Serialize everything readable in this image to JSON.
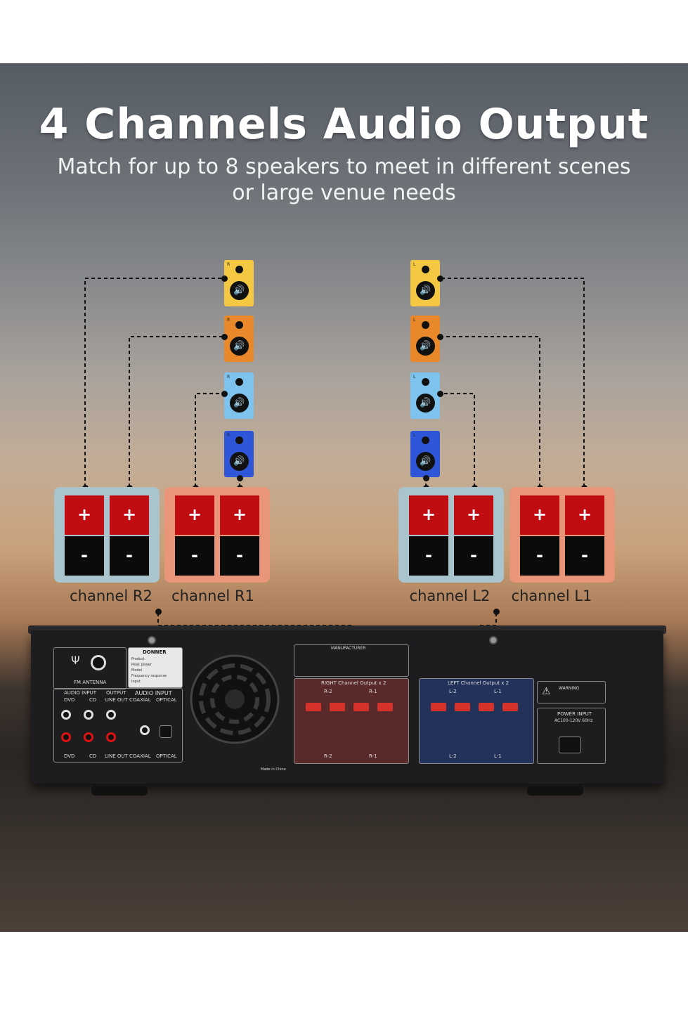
{
  "headline": "4 Channels Audio Output",
  "subtitle_line1": "Match for up to 8 speakers to meet in different scenes",
  "subtitle_line2": "or large venue needs",
  "speakers": {
    "right": [
      {
        "label": "R",
        "color": "#f4c842"
      },
      {
        "label": "R",
        "color": "#e8882a"
      },
      {
        "label": "R",
        "color": "#7ec3ee"
      },
      {
        "label": "R",
        "color": "#2f55d8"
      }
    ],
    "left": [
      {
        "label": "L",
        "color": "#f4c842"
      },
      {
        "label": "L",
        "color": "#e8882a"
      },
      {
        "label": "L",
        "color": "#7ec3ee"
      },
      {
        "label": "L",
        "color": "#2f55d8"
      }
    ],
    "icon": "speaker-icon"
  },
  "channels": [
    {
      "label": "channel R2",
      "frame_color": "#a9c4cc"
    },
    {
      "label": "channel R1",
      "frame_color": "#e8957a"
    },
    {
      "label": "channel L2",
      "frame_color": "#a9c4cc"
    },
    {
      "label": "channel L1",
      "frame_color": "#e8957a"
    }
  ],
  "terminal_plus": "+",
  "terminal_minus": "-",
  "amp": {
    "fm_antenna": "FM ANTENNA",
    "brand": "DONNER",
    "spec_rows": [
      "Product",
      "Peak power",
      "Model",
      "Frequency response",
      "Input"
    ],
    "audio_input": "AUDIO INPUT",
    "output": "OUTPUT",
    "dvd": "DVD",
    "cd": "CD",
    "line_out": "LINE OUT",
    "coaxial": "COAXIAL",
    "optical": "OPTICAL",
    "audio_input_digital": "AUDIO INPUT",
    "manufacturer": "MANUFACTURER",
    "right_out": "RIGHT Channel Output x 2",
    "left_out": "LEFT Channel Output x 2",
    "r2": "R-2",
    "r1": "R-1",
    "l2": "L-2",
    "l1": "L-1",
    "warning": "WARNING",
    "power_input": "POWER INPUT",
    "power_spec": "AC100-120V 60Hz",
    "made_in": "Made in China"
  }
}
